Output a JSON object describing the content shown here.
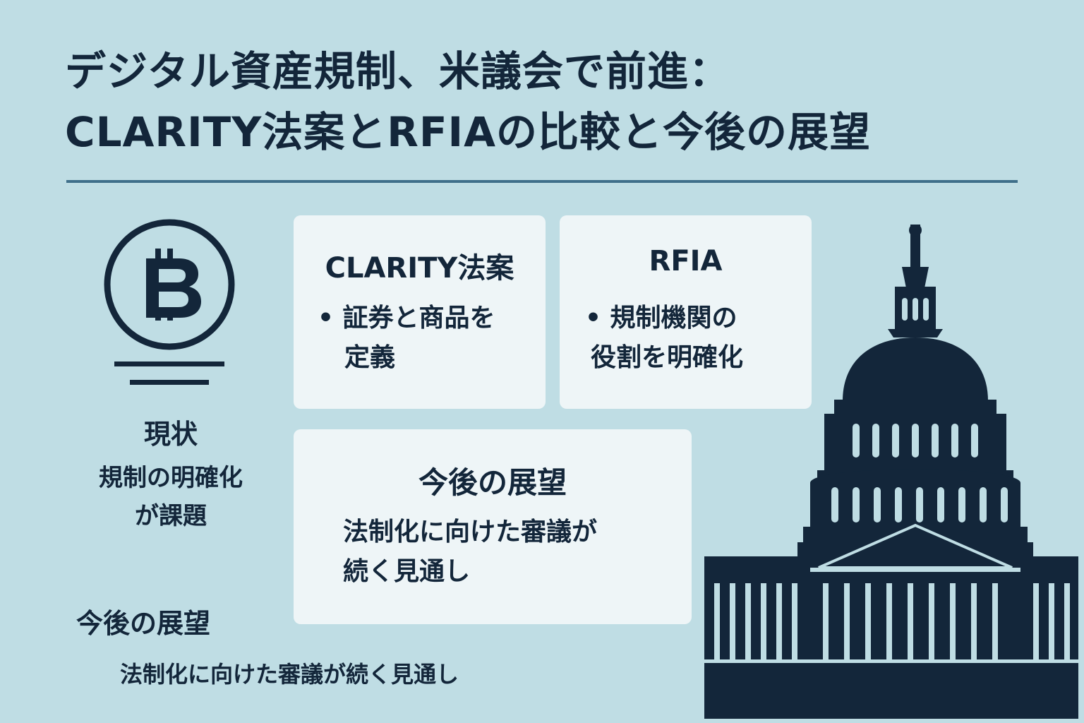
{
  "title": {
    "line1": "デジタル資産規制、米議会で前進：",
    "line2": "CLARITY法案とRFIAの比較と今後の展望"
  },
  "status": {
    "heading": "現状",
    "line1": "規制の明確化",
    "line2": "が課題"
  },
  "cards": {
    "clarity": {
      "heading": "CLARITY法案",
      "line1": "• 証券と商品を",
      "line2": "定義"
    },
    "rfia": {
      "heading": "RFIA",
      "line1": "• 規制機関の",
      "line2": "役割を明確化"
    },
    "outlook": {
      "heading": "今後の展望",
      "line1": "法制化に向けた審議が",
      "line2": "続く見通し"
    }
  },
  "outlook": {
    "heading": "今後の展望",
    "body": "法制化に向けた審議が続く見通し"
  },
  "icons": {
    "coin": "bitcoin-icon",
    "building": "capitol-icon"
  },
  "colors": {
    "background": "#bfdde4",
    "text": "#13263a",
    "card": "#eef5f7",
    "rule": "#3f6f8a"
  }
}
